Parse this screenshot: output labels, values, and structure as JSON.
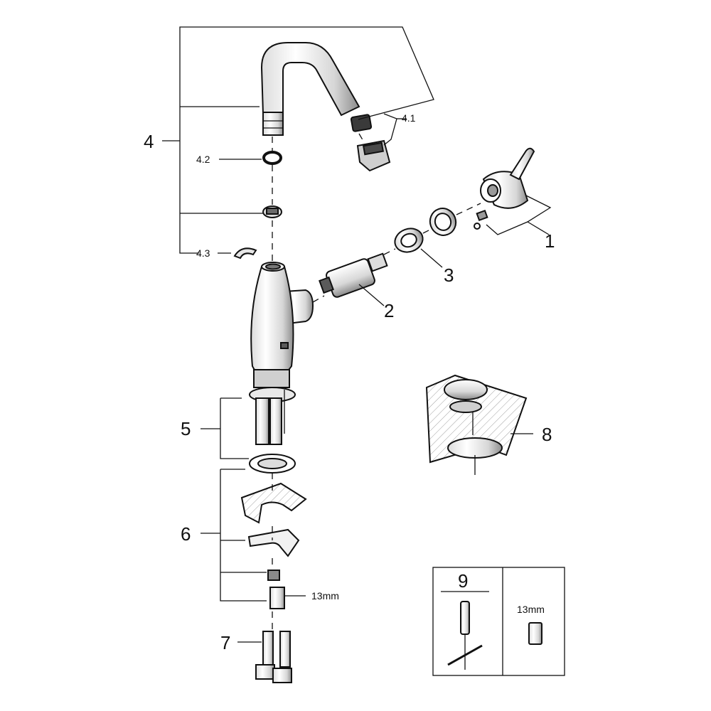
{
  "diagram": {
    "callouts": {
      "c1": "1",
      "c2": "2",
      "c3": "3",
      "c4": "4",
      "c4_1": "4.1",
      "c4_2": "4.2",
      "c4_3": "4.3",
      "c5": "5",
      "c6": "6",
      "c7": "7",
      "c8": "8",
      "c9": "9"
    },
    "dimensions": {
      "nut_size": "13mm",
      "box_nut_size": "13mm"
    },
    "colors": {
      "line": "#111111",
      "metal_light": "#f4f4f4",
      "metal_mid": "#cfcfcf",
      "metal_dark": "#6a6a6a",
      "hatch": "#999999"
    }
  }
}
